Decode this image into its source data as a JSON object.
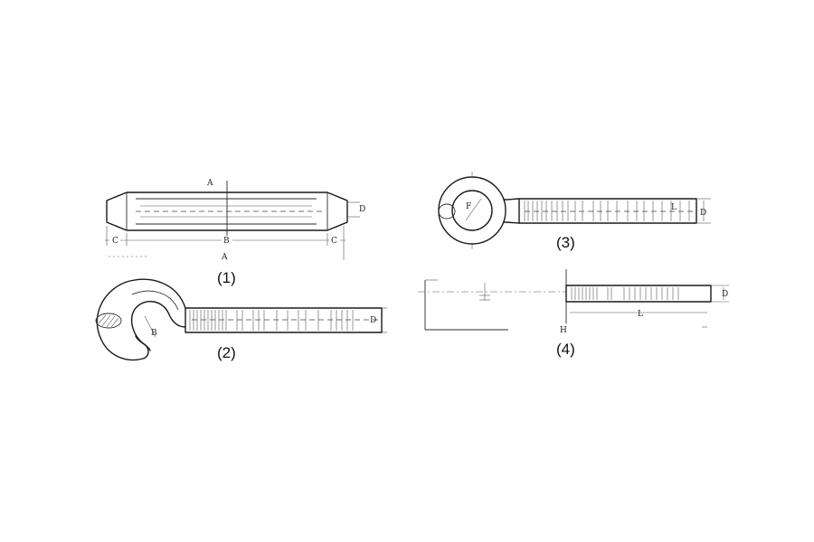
{
  "figures": [
    {
      "caption": "(1)",
      "type": "turnbuckle-body",
      "labels": {
        "A_top": "A",
        "B": "B",
        "C_left": "C",
        "C_right": "C",
        "D": "D",
        "A_bottom": "A"
      }
    },
    {
      "caption": "(2)",
      "type": "hook-end",
      "labels": {
        "B": "B",
        "D": "D"
      }
    },
    {
      "caption": "(3)",
      "type": "eye-end",
      "labels": {
        "F": "F",
        "L": "L",
        "D": "D"
      }
    },
    {
      "caption": "(4)",
      "type": "jaw-end",
      "labels": {
        "H": "H",
        "L": "L",
        "D": "D"
      }
    }
  ]
}
